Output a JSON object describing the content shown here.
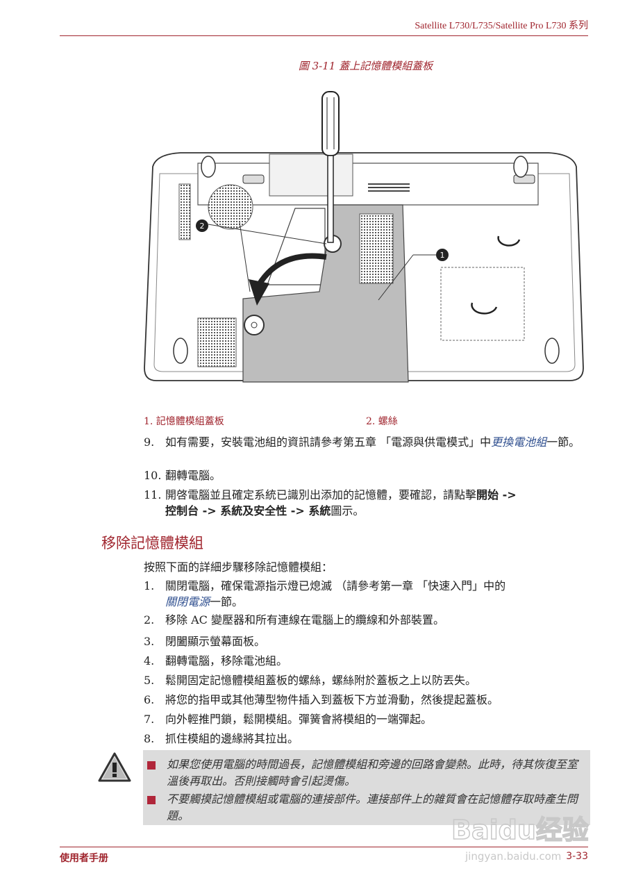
{
  "header": {
    "title": "Satellite L730/L735/Satellite Pro L730 系列"
  },
  "figure": {
    "caption": "圖 3-11 蓋上記憶體模組蓋板",
    "callout_1": "1",
    "callout_2": "2"
  },
  "legend": {
    "item_1": "1. 記憶體模組蓋板",
    "item_2": "2. 螺絲"
  },
  "install_steps": [
    {
      "num": "9.",
      "text_a": "如有需要，安裝電池組的資訊請參考第五章 「電源與供電模式」中",
      "link": "更換電池組",
      "text_b": "一節。"
    },
    {
      "num": "10.",
      "text": "翻轉電腦。"
    },
    {
      "num": "11.",
      "text_a": "開啓電腦並且確定系統已識別出添加的記憶體，要確認，請點擊",
      "bold_a": "開始 ->",
      "bold_b": "控制台 -> 系統及安全性 -> 系統",
      "text_b": "圖示。"
    }
  ],
  "section": {
    "heading": "移除記憶體模組",
    "intro": "按照下面的詳細步驟移除記憶體模組："
  },
  "remove_steps": [
    {
      "num": "1.",
      "text_a": "關閉電腦，確保電源指示燈已熄滅 （請參考第一章 「快速入門」中的",
      "link": "關閉電源",
      "text_b": "一節。"
    },
    {
      "num": "2.",
      "text": "移除 AC 變壓器和所有連線在電腦上的纜線和外部裝置。"
    },
    {
      "num": "3.",
      "text": "閉闔顯示螢幕面板。"
    },
    {
      "num": "4.",
      "text": "翻轉電腦，移除電池組。"
    },
    {
      "num": "5.",
      "text": "鬆開固定記憶體模組蓋板的螺絲，螺絲附於蓋板之上以防丟失。"
    },
    {
      "num": "6.",
      "text": "將您的指甲或其他薄型物件插入到蓋板下方並滑動，然後提起蓋板。"
    },
    {
      "num": "7.",
      "text": "向外輕推門鎖，鬆開模組。彈簧會將模組的一端彈起。"
    },
    {
      "num": "8.",
      "text": "抓住模組的邊緣將其拉出。"
    }
  ],
  "caution": {
    "icon": "warning-triangle-icon",
    "items": [
      "如果您使用電腦的時間過長，記憶體模組和旁邊的回路會變熱。此時，待其恢復至室溫後再取出。否則接觸時會引起燙傷。",
      "不要觸摸記憶體模組或電腦的連接部件。連接部件上的雜質會在記憶體存取時產生問題。"
    ]
  },
  "footer": {
    "left": "使用者手册",
    "right": "3-33"
  },
  "watermark": {
    "brand": "Baidu经验",
    "url": "jingyan.baidu.com"
  },
  "colors": {
    "accent": "#a0252e",
    "link": "#2f4f8f",
    "caution_bg": "#dcdcdc",
    "bullet": "#b0263a"
  }
}
